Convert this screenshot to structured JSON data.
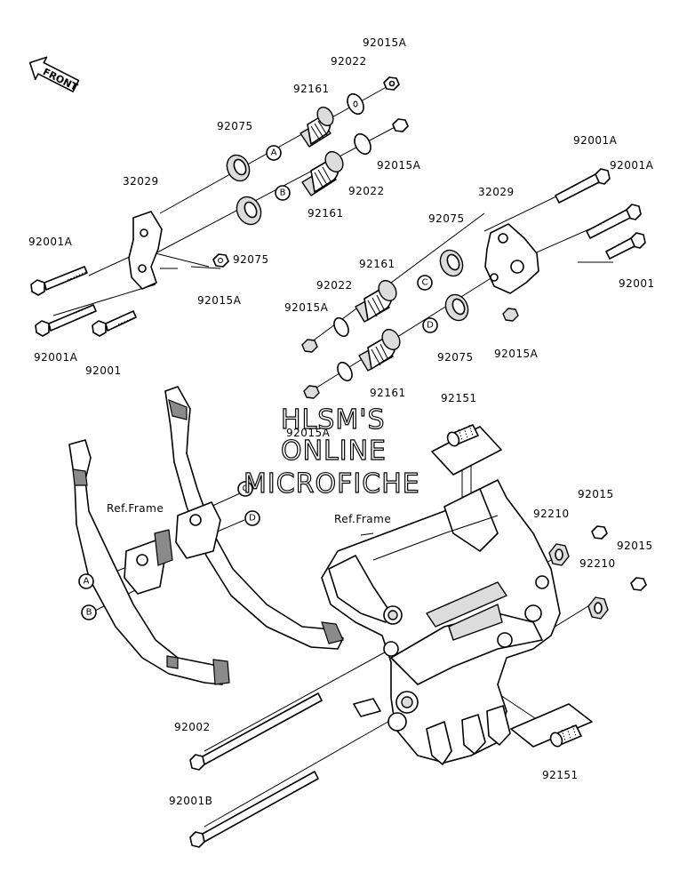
{
  "front_label": "FRONT",
  "watermark": {
    "line1": "HLSM'S",
    "line2": "ONLINE",
    "line3": "MICROFICHE"
  },
  "ref_frame_label": "Ref.Frame",
  "circle_markers": [
    "A",
    "B",
    "C",
    "D"
  ],
  "part_labels": {
    "p92015A_top": "92015A",
    "p92022_top": "92022",
    "p92161_top": "92161",
    "p92075_top": "92075",
    "p92015A_mid": "92015A",
    "p92022_mid": "92022",
    "p92161_mid": "92161",
    "p32029_left": "32029",
    "p92075_left2": "92075",
    "p92015A_leftnut": "92015A",
    "p92001A_left": "92001A",
    "p92001A_left2": "92001A",
    "p92001_left": "92001",
    "p92001A_right1": "92001A",
    "p92001A_right2": "92001A",
    "p32029_right": "32029",
    "p92075_right": "92075",
    "p92161_right": "92161",
    "p92022_right": "92022",
    "p92015A_right_c": "92015A",
    "p92001_right": "92001",
    "p92075_right2": "92075",
    "p92015A_right_nut": "92015A",
    "p92161_right2": "92161",
    "p92015A_low": "92015A",
    "p92151_top": "92151",
    "p92015_a": "92015",
    "p92210_a": "92210",
    "p92015_b": "92015",
    "p92210_b": "92210",
    "ref_frame_right": "Ref.Frame",
    "p92002": "92002",
    "p92001B": "92001B",
    "p92151_bottom": "92151"
  }
}
